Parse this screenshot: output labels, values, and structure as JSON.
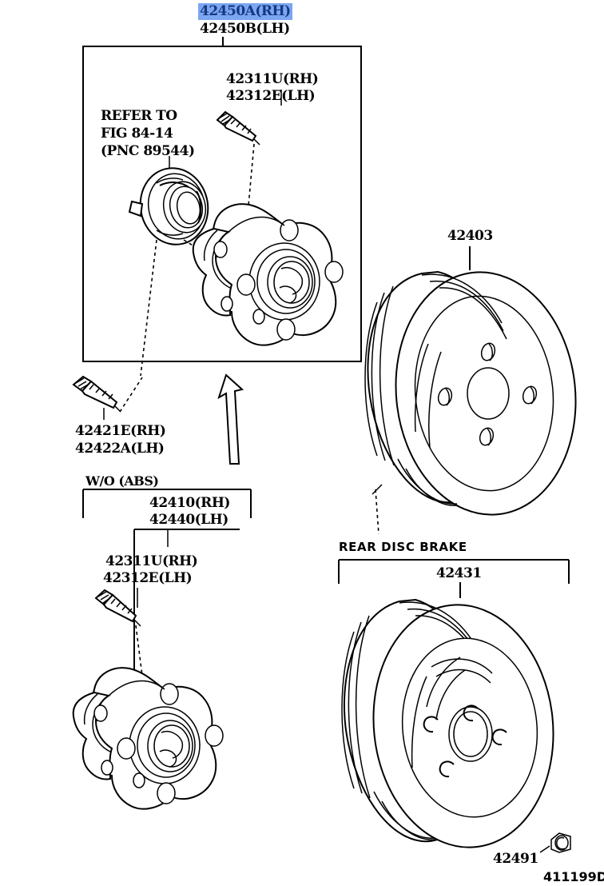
{
  "diagram": {
    "title_label": "42450A(RH)",
    "title_label_2": "42450B(LH)",
    "footer_code": "411199D",
    "highlight_color": "#7ba6f2",
    "highlight_text_color": "#15387f"
  },
  "labels": {
    "hub_assy_rh": "42450A(RH)",
    "hub_assy_lh": "42450B(LH)",
    "stud_upper_rh": "42311U(RH)",
    "stud_upper_lh": "42312E(LH)",
    "refer_line1": "REFER TO",
    "refer_line2": "FIG 84-14",
    "refer_line3": "(PNC 89544)",
    "bolt_rh": "42421E(RH)",
    "bolt_lh": "42422A(LH)",
    "wo_abs": "W/O (ABS)",
    "hub_lower_rh": "42410(RH)",
    "hub_lower_lh": "42440(LH)",
    "stud_lower_rh": "42311U(RH)",
    "stud_lower_lh": "42312E(LH)",
    "drum": "42403",
    "rear_disc_brake": "REAR DISC BRAKE",
    "disc_rotor": "42431",
    "disc_clip": "42491"
  }
}
